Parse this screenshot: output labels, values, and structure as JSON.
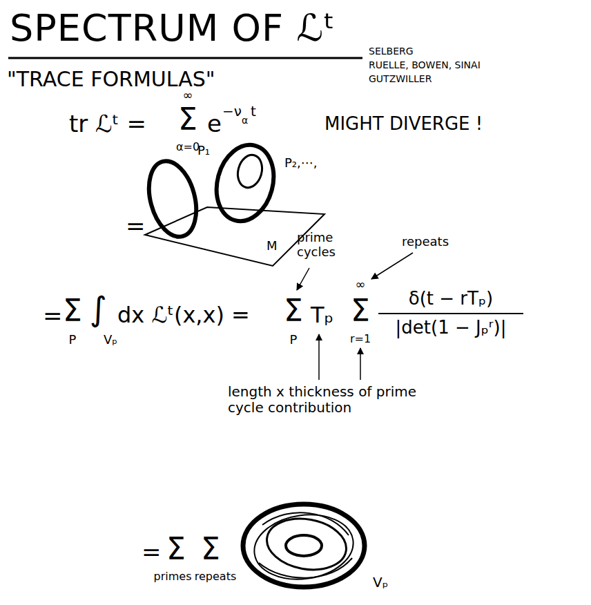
{
  "diagram": {
    "title": "SPECTRUM OF ℒᵗ",
    "labels": [
      "\"TRACE FORMULAS\"",
      "SELBERG",
      "RUELLE, BOWEN, SINAI",
      "GUTZWILLER",
      "tr ℒᵗ =",
      "∞",
      "Σ",
      "α=0",
      "e",
      "−ν",
      "α",
      "t",
      "MIGHT DIVERGE !",
      "=",
      "P₁",
      "P₂,⋯,",
      "M",
      "prime cycles",
      "repeats",
      "=",
      "Σ",
      "P",
      "∫",
      "Vₚ",
      "dx ℒᵗ(x,x) =",
      "Σ",
      "P",
      "Tₚ",
      "∞",
      "Σ",
      "r=1",
      "δ(t − rTₚ)",
      "|det(1 − Jₚʳ)|",
      "length x thickness of prime cycle contribution",
      "=",
      "Σ",
      "Σ",
      "primes",
      "repeats",
      "Vₚ"
    ]
  }
}
